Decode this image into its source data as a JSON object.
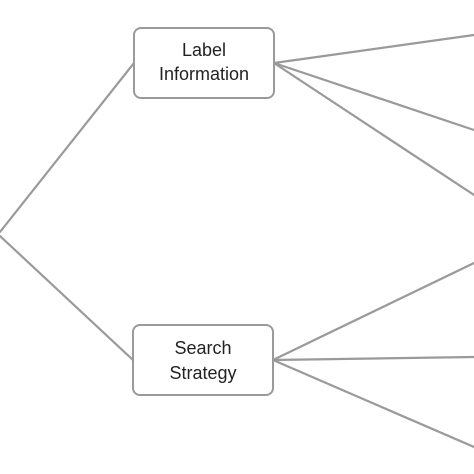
{
  "diagram": {
    "line_color": "#9a9a9a",
    "box_border_color": "#9a9a9a",
    "text_color": "#222222",
    "nodes": {
      "label_information": {
        "line1": "Label",
        "line2": "Information"
      },
      "search_strategy": {
        "line1": "Search",
        "line2": "Strategy"
      }
    }
  }
}
